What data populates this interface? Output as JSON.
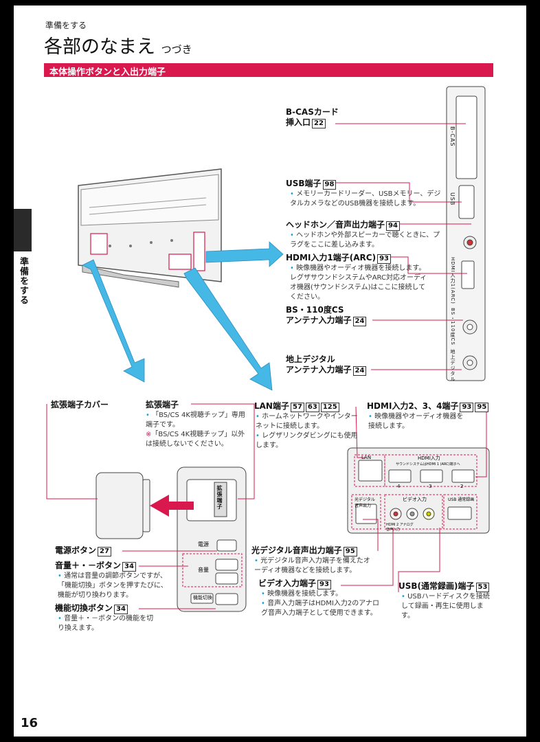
{
  "header": {
    "section": "準備をする",
    "title": "各部のなまえ",
    "title_sub": "つづき",
    "bar": "本体操作ボタンと入出力端子"
  },
  "side_tab": "準備をする",
  "page_number": "16",
  "colors": {
    "accent": "#d9184e",
    "arrow": "#45b8e6",
    "bullet": "#1aa0d8",
    "warning": "#d9184e"
  },
  "labels": {
    "bcas": {
      "line1": "B-CASカード",
      "line2": "挿入口",
      "ref": "22"
    },
    "usb": {
      "title": "USB端子",
      "ref": "98",
      "notes": [
        "メモリーカードリーダー、USBメモリー、デジタルカメラなどのUSB機器を接続します。"
      ]
    },
    "headphone": {
      "title": "ヘッドホン／音声出力端子",
      "ref": "94",
      "notes": [
        "ヘッドホンや外部スピーカーで聴くときに、プラグをここに差し込みます。"
      ]
    },
    "hdmi1": {
      "title": "HDMI入力1端子(ARC)",
      "ref": "93",
      "notes": [
        "映像機器やオーディオ機器を接続します。レグザサウンドシステムやARC対応オーディオ機器(サウンドシステム)はここに接続してください。"
      ]
    },
    "bs": {
      "line1": "BS・110度CS",
      "line2": "アンテナ入力端子",
      "ref": "24"
    },
    "terrestrial": {
      "line1": "地上デジタル",
      "line2": "アンテナ入力端子",
      "ref": "24"
    },
    "cover": {
      "title": "拡張端子カバー"
    },
    "expansion": {
      "title": "拡張端子",
      "note1": "「BS/CS 4K視聴チップ」専用端子です。",
      "note2": "「BS/CS 4K視聴チップ」以外は接続しないでください。"
    },
    "lan": {
      "title": "LAN端子",
      "refs": [
        "57",
        "63",
        "125"
      ],
      "notes": [
        "ホームネットワークやインターネットに接続します。",
        "レグザリンクダビングにも使用します。"
      ]
    },
    "hdmi234": {
      "title": "HDMI入力2、3、4端子",
      "refs": [
        "93",
        "95"
      ],
      "notes": [
        "映像機器やオーディオ機器を接続します。"
      ]
    },
    "power": {
      "title": "電源ボタン",
      "ref": "27"
    },
    "volume": {
      "title": "音量＋・－ボタン",
      "ref": "34",
      "notes": [
        "通常は音量の調節ボタンですが、「機能切換」ボタンを押すたびに、機能が切り換わります。"
      ]
    },
    "func": {
      "title": "機能切換ボタン",
      "ref": "34",
      "notes": [
        "音量＋・－ボタンの機能を切り換えます。"
      ]
    },
    "optical": {
      "title": "光デジタル音声出力端子",
      "ref": "95",
      "notes": [
        "光デジタル音声入力端子を備えたオーディオ機器などを接続します。"
      ]
    },
    "video": {
      "title": "ビデオ入力端子",
      "ref": "93",
      "notes": [
        "映像機器を接続します。",
        "音声入力端子はHDMI入力2のアナログ音声入力端子として使用できます。"
      ]
    },
    "usbrec": {
      "title": "USB(通常録画)端子",
      "ref": "53",
      "notes": [
        "USBハードディスクを接続して録画・再生に使用します。"
      ]
    }
  },
  "panel_text": {
    "bcas_side": "B-CAS",
    "usb_side": "USB",
    "hdmi_side": "HDMI入力1(ARC)",
    "bs_side": "BS・110度CS",
    "terr_side": "地上デジタル",
    "lan": "LAN",
    "hdmi_in": "HDMI入力",
    "hdmi_arc_note": "サウンドシステムはHDMI 1 (ARC)端子へ",
    "hdmi_4": "4",
    "hdmi_3": "3",
    "hdmi_2": "2",
    "optical_label": "光デジタル 音声出力",
    "video_in": "ビデオ入力",
    "usb_rec": "USB 通常録画",
    "hdmi2_note": "HDMI 2 アナログ 音声入力",
    "power_btn": "電源",
    "vol_label": "音量",
    "func_btn": "機能切換",
    "exp_label": "拡張端子"
  }
}
